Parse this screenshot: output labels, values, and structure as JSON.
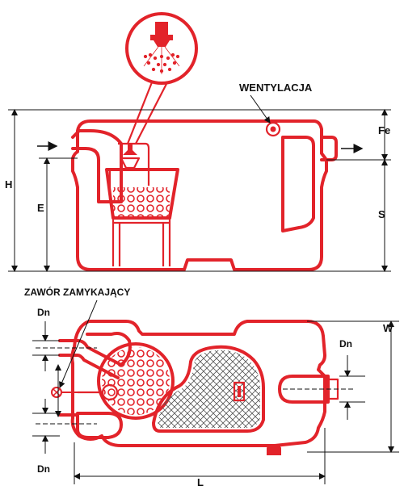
{
  "labels": {
    "wentylacja": "WENTYLACJA",
    "zawor": "ZAWÓR ZAMYKAJĄCY",
    "fe": "Fe",
    "h": "H",
    "e": "E",
    "s": "S",
    "w": "W",
    "l": "L",
    "dn_top_left": "Dn",
    "dn_bottom_left": "Dn",
    "dn_right": "Dn"
  },
  "colors": {
    "outline": "#e2232a",
    "dimension": "#111111",
    "background": "#ffffff"
  },
  "icons": [
    "spray-nozzle-icon",
    "ventilation-vent-icon",
    "shutoff-valve-icon",
    "flow-arrow-icon"
  ]
}
